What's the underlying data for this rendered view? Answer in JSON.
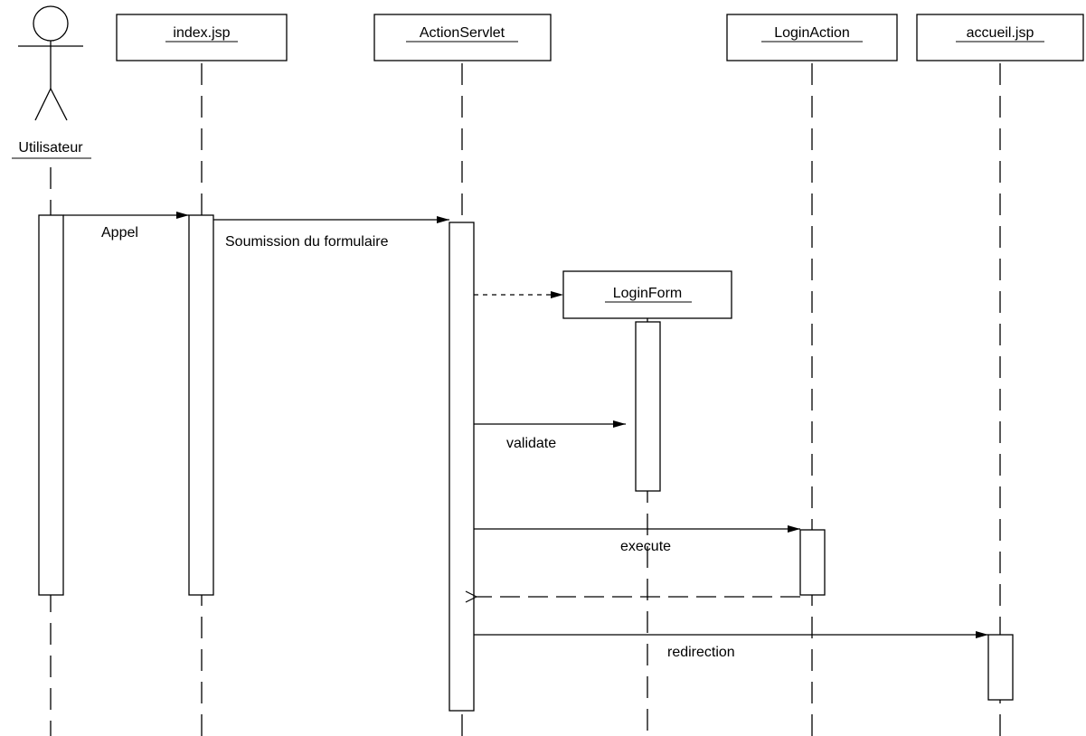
{
  "diagram": {
    "type": "uml-sequence",
    "actor": {
      "name": "Utilisateur"
    },
    "objects": {
      "index": "index.jsp",
      "servlet": "ActionServlet",
      "loginform": "LoginForm",
      "loginaction": "LoginAction",
      "accueil": "accueil.jsp"
    },
    "messages": {
      "appel": "Appel",
      "soumission": "Soumission du formulaire",
      "create_loginform": "",
      "validate": "validate",
      "execute": "execute",
      "return_execute": "",
      "redirection": "redirection"
    }
  }
}
